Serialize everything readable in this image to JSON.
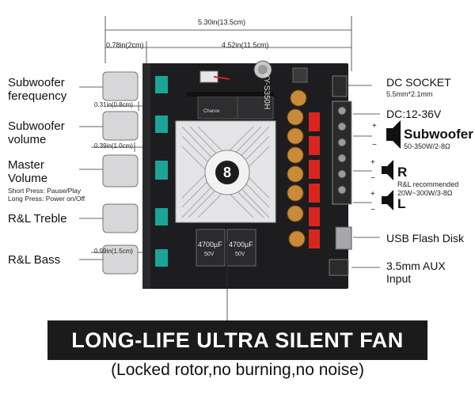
{
  "dimensions": {
    "total_width": "5.30in(13.5cm)",
    "knob_offset": "0.78in(2cm)",
    "board_width": "4.52in(11.5cm)",
    "gap1": "0.31in(0.8cm)",
    "gap2": "0.39in(1.0cm)",
    "gap3": "0.59in(1.5cm)"
  },
  "left_labels": {
    "sub_freq_1": "Subwoofer",
    "sub_freq_2": "ferequency",
    "sub_vol_1": "Subwoofer",
    "sub_vol_2": "volume",
    "master_1": "Master",
    "master_2": "Volume",
    "master_short": "Short Press: Pause/Play",
    "master_long": "Long Press: Power on/Off",
    "treble": "R&L Treble",
    "bass": "R&L Bass"
  },
  "right_labels": {
    "dc_socket": "DC SOCKET",
    "dc_size": "5.5mm*2.1mm",
    "dc_voltage": "DC:12-36V",
    "subwoofer": "Subwoofer",
    "sub_power": "50-350W/2-8Ω",
    "r": "R",
    "rl_rec_1": "R&L recommended",
    "rl_rec_2": "20W~300W/3-8Ω",
    "l": "L",
    "usb": "USB Flash Disk",
    "aux_1": "3.5mm AUX",
    "aux_2": "Input"
  },
  "board_text": {
    "model": "XY-S350H",
    "cap1": "4700µF",
    "cap2": "4700µF",
    "cap_v": "50V",
    "brand": "Chanox"
  },
  "polarity": {
    "plus": "+",
    "minus": "−"
  },
  "banner": "LONG-LIFE ULTRA SILENT FAN",
  "footer": "(Locked rotor,no burning,no noise)",
  "colors": {
    "board": "#1d1d1f",
    "heatsink": "#e4e4e6",
    "cap_red": "#d8261e",
    "knob_teal": "#1aa598",
    "banner": "#1b1b1b"
  }
}
